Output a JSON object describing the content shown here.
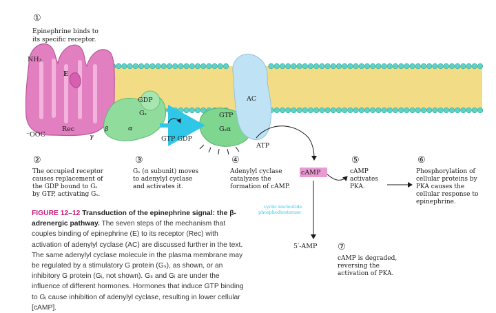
{
  "steps": {
    "s1": {
      "num": "①",
      "text1": "Epinephrine binds to",
      "text2": "its specific receptor."
    },
    "s2": {
      "num": "②",
      "l1": "The occupied receptor",
      "l2": "causes replacement of",
      "l3": "the GDP bound to Gₛ",
      "l4": "by GTP, activating Gₛ."
    },
    "s3": {
      "num": "③",
      "l1": "Gₛ (α subunit) moves",
      "l2": "to adenylyl cyclase",
      "l3": "and activates it."
    },
    "s4": {
      "num": "④",
      "l1": "Adenylyl cyclase",
      "l2": "catalyzes the",
      "l3": "formation of cAMP."
    },
    "s5": {
      "num": "⑤",
      "l1": "cAMP",
      "l2": "activates",
      "l3": "PKA."
    },
    "s6": {
      "num": "⑥",
      "l1": "Phosphorylation of",
      "l2": "cellular proteins by",
      "l3": "PKA causes the",
      "l4": "cellular response to",
      "l5": "epinephrine."
    },
    "s7": {
      "num": "⑦",
      "l1": "cAMP is degraded,",
      "l2": "reversing the",
      "l3": "activation of PKA."
    }
  },
  "labels": {
    "nh3": "NH₃",
    "e": "E",
    "rec": "Rec",
    "ooc": "⁻OOC",
    "beta": "β",
    "gamma": "γ",
    "alpha": "α",
    "gdp": "GDP",
    "gs": "Gₛ",
    "gtp_gdp": "GTP GDP",
    "gtp": "GTP",
    "gsa": "Gₛα",
    "ac": "AC",
    "atp": "ATP",
    "camp": "cAMP",
    "pde1": "cyclic nucleotide",
    "pde2": "phosphodiesterase",
    "amp": "5′-AMP"
  },
  "caption": {
    "fig": "FIGURE 12–12",
    "title": "Transduction of the epinephrine signal: the β-adrenergic pathway.",
    "body": "The seven steps of the mechanism that couples binding of epinephrine (E) to its receptor (Rec) with activation of adenylyl cyclase (AC) are discussed further in the text. The same adenylyl cyclase molecule in the plasma membrane may be regulated by a stimulatory G protein (Gₛ), as shown, or an inhibitory G protein (Gᵢ, not shown). Gₛ and Gᵢ are under the influence of different hormones. Hormones that induce GTP binding to Gᵢ cause inhibition of adenylyl cyclase, resulting in lower cellular [cAMP]."
  },
  "colors": {
    "membrane_head": "#5fd1c6",
    "membrane_tail": "#f2dc86",
    "receptor": "#e27fc0",
    "gprotein": "#8fdc9c",
    "adenylyl_cyclase": "#bfe2f5",
    "camp_box": "#ea9ad2",
    "pde_text": "#33c6e6",
    "figure_label": "#c8197a"
  }
}
